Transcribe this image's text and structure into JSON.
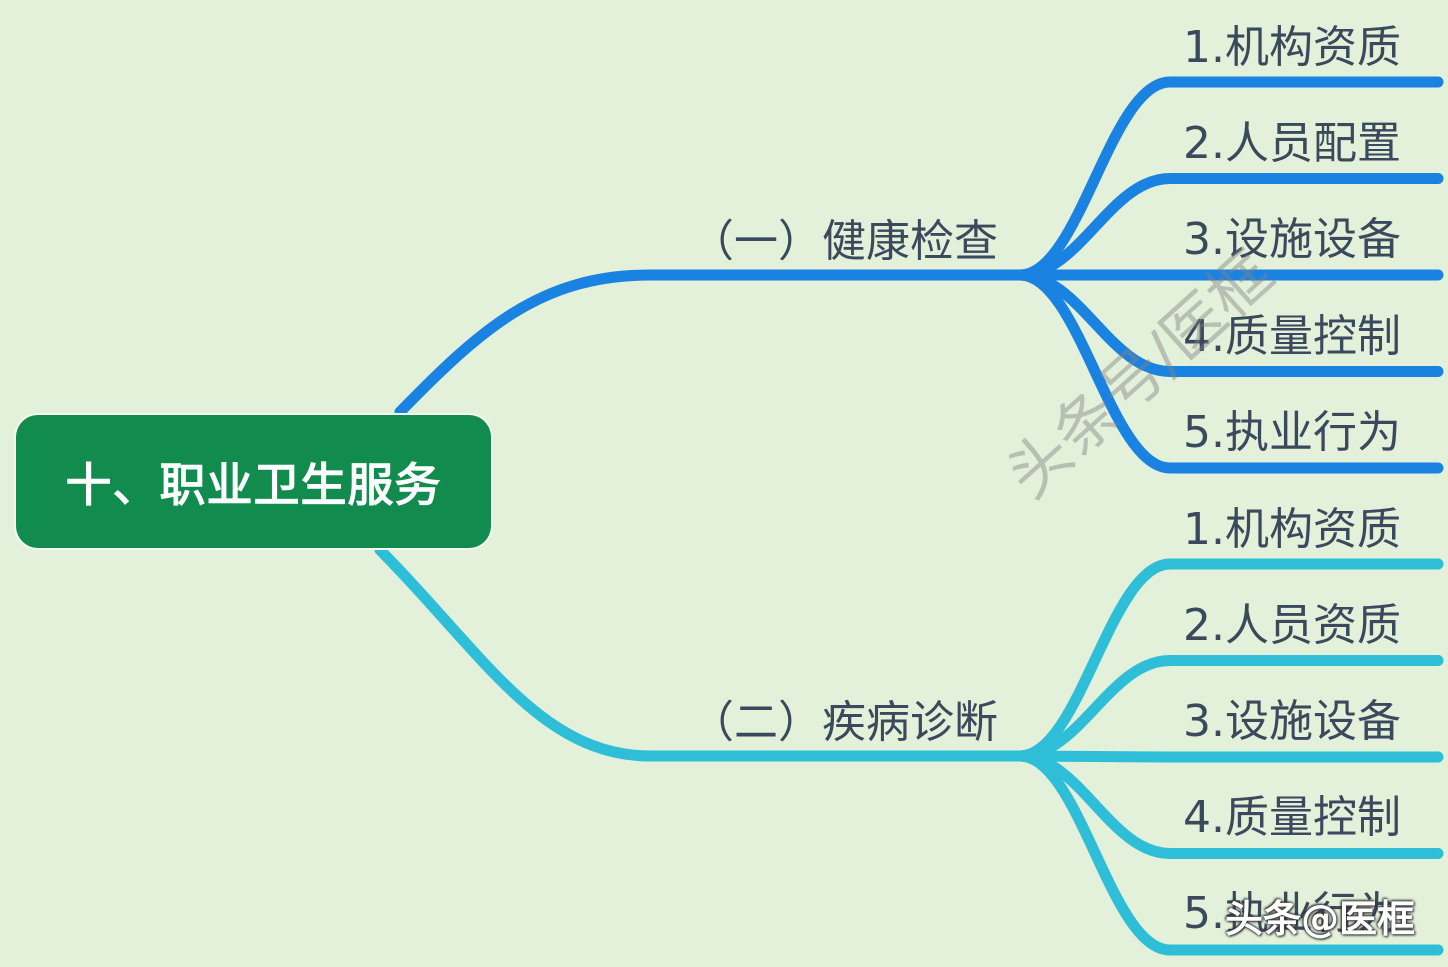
{
  "root": {
    "label": "十、职业卫生服务"
  },
  "branches": [
    {
      "label": "（一）健康检查",
      "color": "#1a82e0",
      "items": [
        "1.机构资质",
        "2.人员配置",
        "3.设施设备",
        "4.质量控制",
        "5.执业行为"
      ]
    },
    {
      "label": "（二）疾病诊断",
      "color": "#2ebed8",
      "items": [
        "1.机构资质",
        "2.人员资质",
        "3.设施设备",
        "4.质量控制",
        "5.执业行为"
      ]
    }
  ],
  "watermark": "头条号/医框",
  "brand": "头条@医框",
  "colors": {
    "background": "#e3f0da",
    "root": "#128c4e",
    "text": "#3a4a5c"
  }
}
